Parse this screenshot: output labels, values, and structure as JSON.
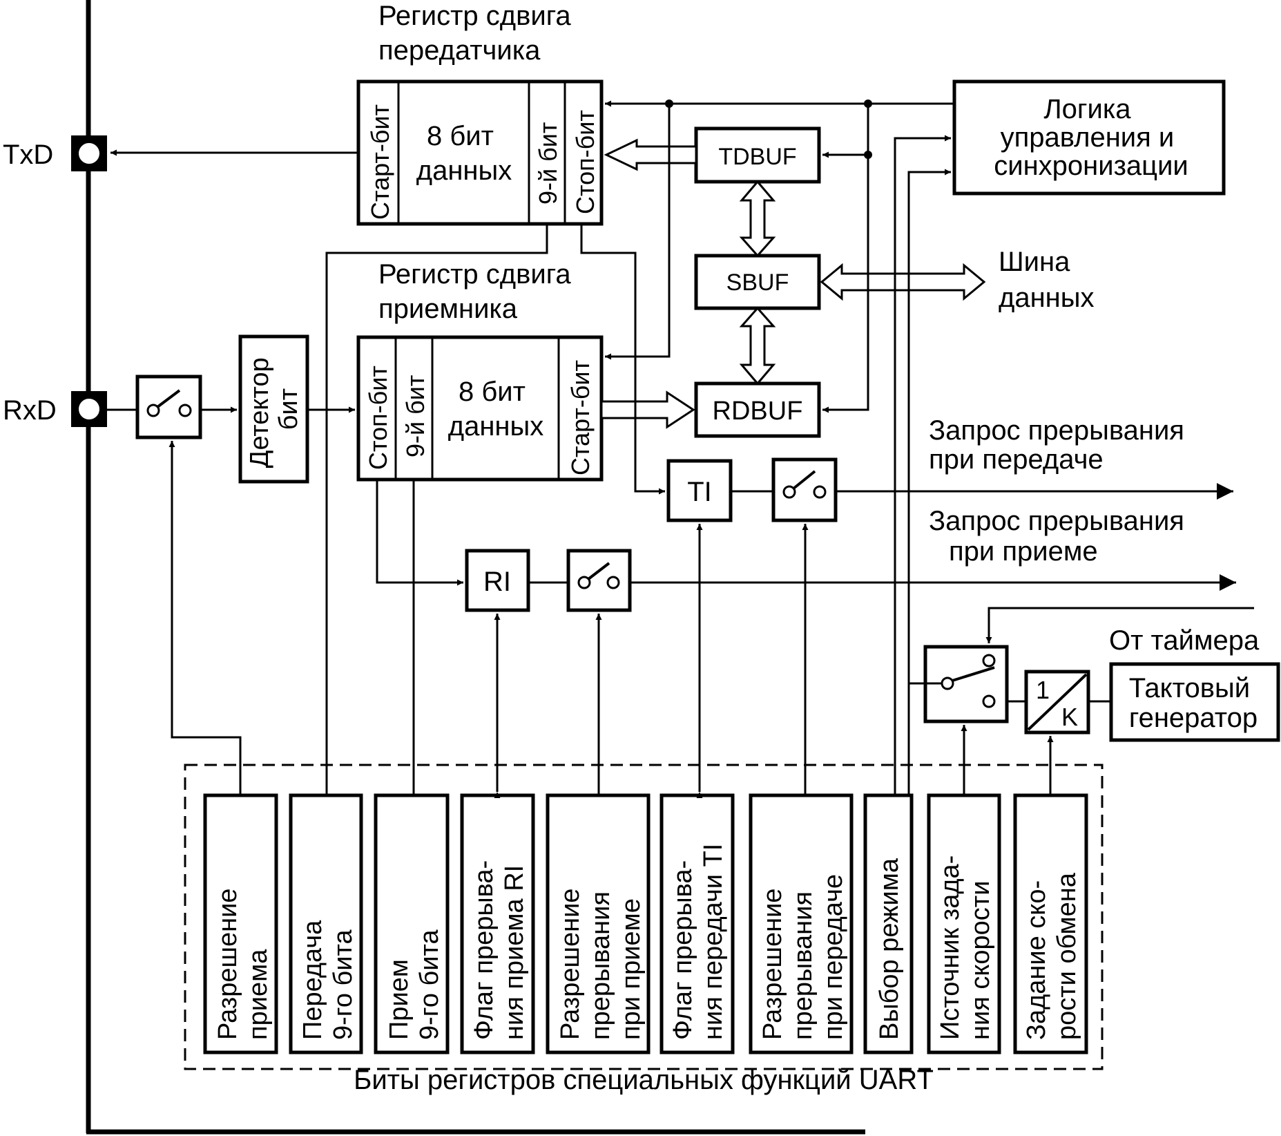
{
  "pins": {
    "txd": "TxD",
    "rxd": "RxD"
  },
  "tx_register": {
    "title_lines": [
      "Регистр сдвига",
      "передатчика"
    ],
    "start_bit": "Старт-бит",
    "data_lines": [
      "8 бит",
      "данных"
    ],
    "ninth_bit": "9-й бит",
    "stop_bit": "Стоп-бит"
  },
  "rx_register": {
    "title_lines": [
      "Регистр сдвига",
      "приемника"
    ],
    "stop_bit": "Стоп-бит",
    "ninth_bit": "9-й бит",
    "data_lines": [
      "8 бит",
      "данных"
    ],
    "start_bit": "Старт-бит"
  },
  "bit_detector_lines": [
    "Детектор",
    "бит"
  ],
  "buffers": {
    "tdbuf": "TDBUF",
    "sbuf": "SBUF",
    "rdbuf": "RDBUF"
  },
  "control_logic_lines": [
    "Логика",
    "управления и",
    "синхронизации"
  ],
  "data_bus_lines": [
    "Шина",
    "данных"
  ],
  "flags": {
    "ti": "TI",
    "ri": "RI"
  },
  "tx_irq_lines": [
    "Запрос прерывания",
    "при передаче"
  ],
  "rx_irq_lines": [
    "Запрос прерывания",
    "при приеме"
  ],
  "from_timer": "От таймера",
  "divider": {
    "num": "1",
    "den": "K"
  },
  "clock_gen_lines": [
    "Тактовый",
    "генератор"
  ],
  "sfr_group_label": "Биты регистров специальных функций UART",
  "sfr_bits": [
    [
      "Разрешение",
      "приема"
    ],
    [
      "Передача",
      "9-го бита"
    ],
    [
      "Прием",
      "9-го бита"
    ],
    [
      "Флаг прерыва-",
      "ния приема RI"
    ],
    [
      "Разрешение",
      "прерывания",
      "при приеме"
    ],
    [
      "Флаг прерыва-",
      "ния передачи TI"
    ],
    [
      "Разрешение",
      "прерывания",
      "при передаче"
    ],
    [
      "Выбор режима"
    ],
    [
      "Источник зада-",
      "ния скорости"
    ],
    [
      "Задание ско-",
      "рости обмена"
    ]
  ]
}
